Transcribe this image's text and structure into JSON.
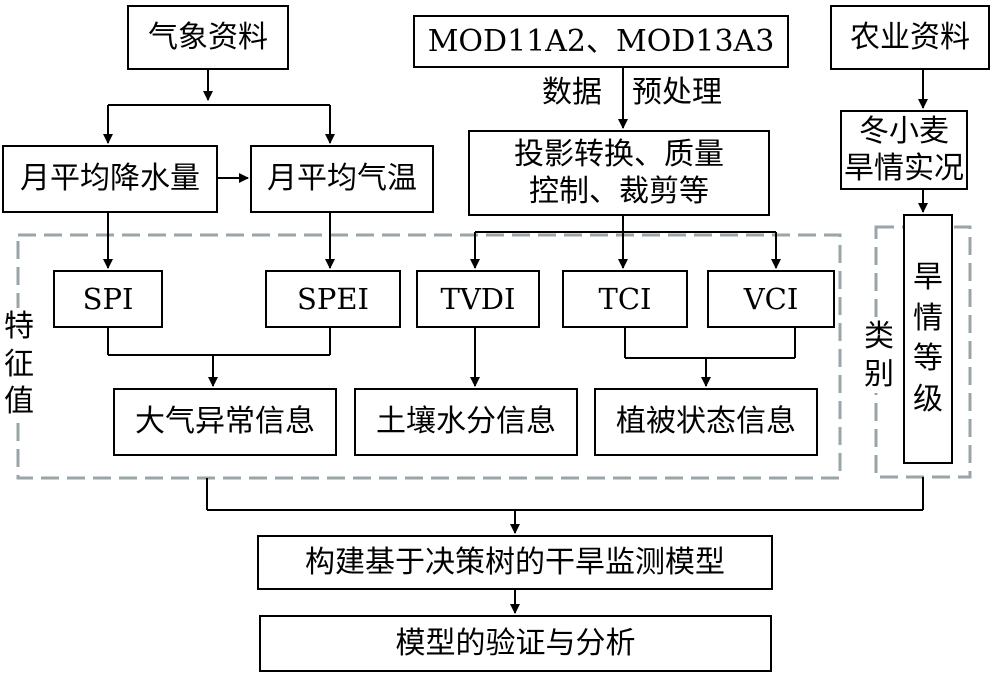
{
  "nodes": {
    "meteo_data": "气象资料",
    "modis": "MOD11A2、MOD13A3",
    "agri_data": "农业资料",
    "monthly_precip": "月平均降水量",
    "monthly_temp": "月平均气温",
    "preprocess": "投影转换、质量\n控制、裁剪等",
    "wheat_drought": "冬小麦\n旱情实况",
    "spi": "SPI",
    "spei": "SPEI",
    "tvdi": "TVDI",
    "tci": "TCI",
    "vci": "VCI",
    "drought_level": "旱\n情\n等\n级",
    "atmos_info": "大气异常信息",
    "soil_info": "土壤水分信息",
    "veg_info": "植被状态信息",
    "model_build": "构建基于决策树的干旱监测模型",
    "model_verify": "模型的验证与分析"
  },
  "labels": {
    "data_label": "数据",
    "preprocess_label": "预处理",
    "feature_values": "特\n征\n值",
    "category": "类\n别"
  },
  "colors": {
    "line": "#000000",
    "dashed_group": "#9aa5a8"
  }
}
